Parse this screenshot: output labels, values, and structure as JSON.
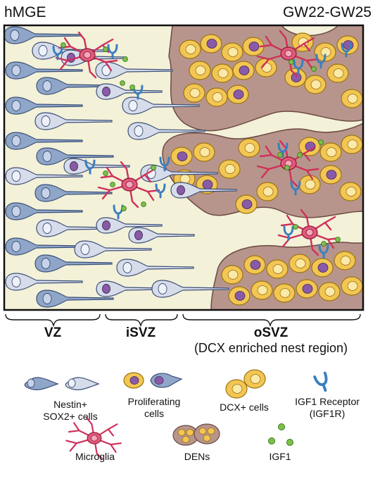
{
  "header": {
    "region": "hMGE",
    "stage": "GW22-GW25"
  },
  "zones": [
    {
      "label": "VZ",
      "sub": ""
    },
    {
      "label": "iSVZ",
      "sub": ""
    },
    {
      "label": "oSVZ",
      "sub": "(DCX enriched nest region)"
    }
  ],
  "legend": {
    "nestin": {
      "line1": "Nestin+",
      "line2": "SOX2+ cells"
    },
    "proliferating": {
      "line1": "Proliferating",
      "line2": "cells"
    },
    "dcx": {
      "line1": "DCX+ cells"
    },
    "igf1r": {
      "line1": "IGF1 Receptor",
      "line2": "(IGF1R)"
    },
    "microglia": {
      "line1": "Microglia"
    },
    "dens": {
      "line1": "DENs"
    },
    "igf1": {
      "line1": "IGF1"
    }
  },
  "colors": {
    "background": "#f3f1d8",
    "progenitor": "#8fa6c9",
    "progenitor_light": "#d4dbe8",
    "nucleus_purple": "#8a5aa8",
    "dcx_yellow": "#f3c654",
    "den_mauve": "#b8958c",
    "microglia": "#d0305a",
    "igf1r_blue": "#3a7fc0",
    "igf1_green": "#7cc04a"
  }
}
